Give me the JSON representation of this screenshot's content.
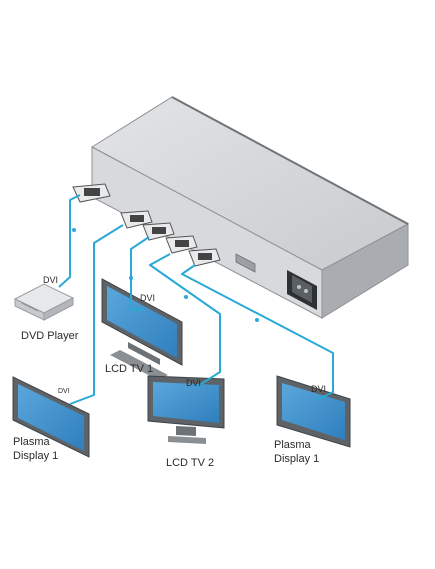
{
  "labels": {
    "dvi_dvd": "DVI",
    "dvd_player": "DVD Player",
    "dvi_lcd1": "DVI",
    "lcd_tv_1": "LCD TV 1",
    "dvi_plasma1": "DVI",
    "plasma_display_1_left_line1": "Plasma",
    "plasma_display_1_left_line2": "Display 1",
    "dvi_lcd2": "DVI",
    "lcd_tv_2": "LCD TV 2",
    "dvi_plasma_right": "DVI",
    "plasma_display_1_right_line1": "Plasma",
    "plasma_display_1_right_line2": "Display 1"
  },
  "colors": {
    "cable": "#2aa9d6",
    "chassis": "#c9ccd0",
    "screen": "#3d8fc9",
    "text": "#2b2b2b"
  }
}
